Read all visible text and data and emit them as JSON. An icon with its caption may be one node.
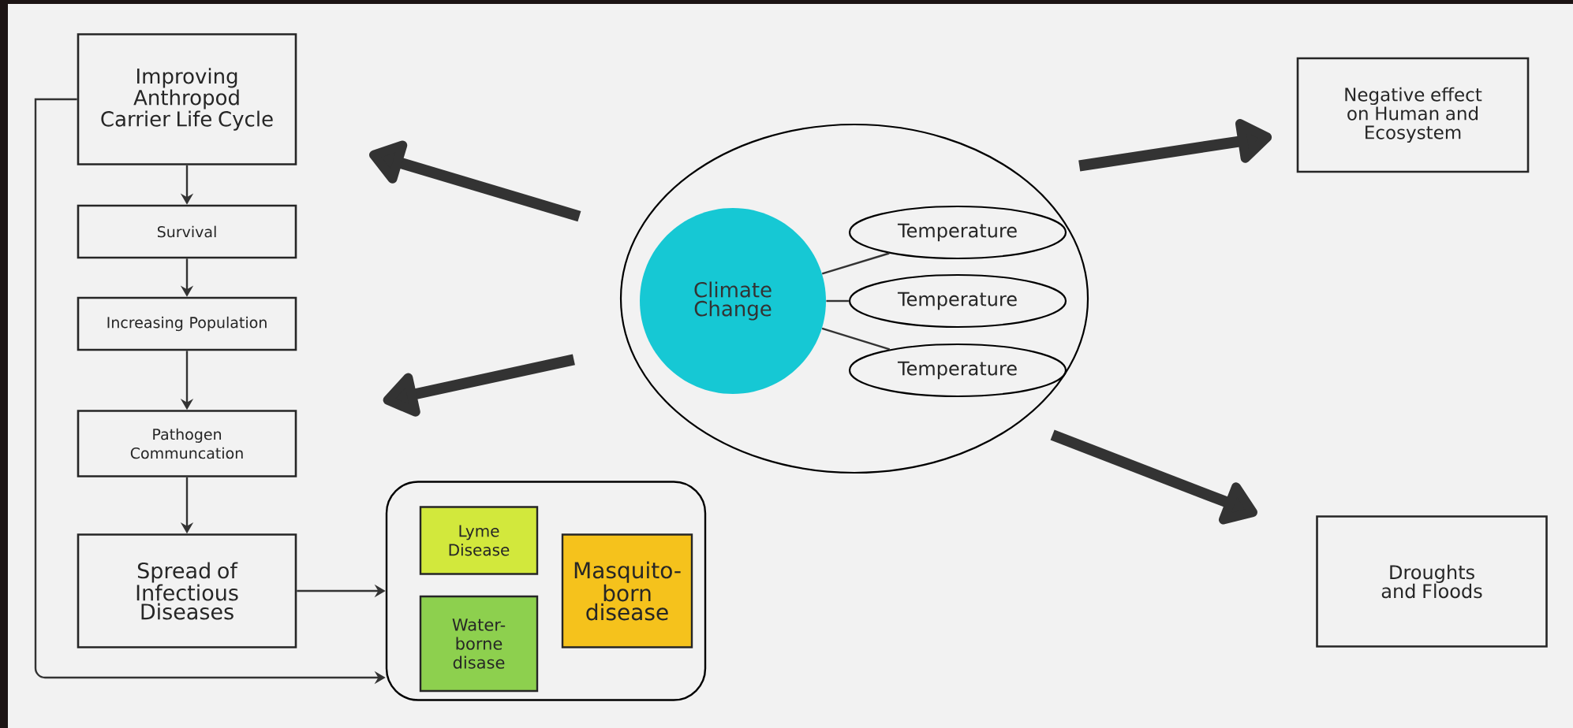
{
  "diagram": {
    "nodes": [
      {
        "text": [
          "Improving Anthropod Carrier Life Cycle"
        ]
      },
      {
        "text": [
          "Survival"
        ]
      },
      {
        "text": [
          "Increasing Population"
        ]
      },
      {
        "text": [
          "Pathogen Communcation"
        ]
      },
      {
        "text": [
          "Spread of Infectious Diseases"
        ]
      },
      {
        "text": [],
        "shape": "box"
      },
      {
        "text": [
          "Lyme Disease"
        ],
        "in": 5
      },
      {
        "text": [
          "Water-borne disase"
        ],
        "in": 5
      },
      {
        "text": [
          "Masquito-born disease"
        ],
        "in": 5
      },
      {
        "text": [],
        "shape": "circle"
      },
      {
        "text": [
          "Climate Change"
        ],
        "in": 9
      },
      {
        "text": [
          "Temperature"
        ],
        "in": 9
      },
      {
        "text": [
          "Temperature"
        ],
        "in": 9
      },
      {
        "text": [
          "Temperature"
        ],
        "in": 9
      },
      {
        "text": [
          "Negative effect on Human and Ecosystem"
        ]
      },
      {
        "text": [
          "Droughts and Floods"
        ]
      }
    ],
    "edges": [
      {
        "from": 0,
        "to": 1,
        "arrow": "to"
      },
      {
        "from": 1,
        "to": 2,
        "arrow": "to"
      },
      {
        "from": 2,
        "to": 3,
        "arrow": "to"
      },
      {
        "from": 3,
        "to": 4,
        "arrow": "to"
      },
      {
        "from": 4,
        "to": 5,
        "arrow": "to"
      },
      {
        "from": 0,
        "to": 5,
        "arrow": "to"
      },
      {
        "from": 10,
        "to": 11,
        "arrow": "none"
      },
      {
        "from": 10,
        "to": 12,
        "arrow": "none"
      },
      {
        "from": 10,
        "to": 13,
        "arrow": "none"
      },
      {
        "from": 9,
        "to": 0,
        "arrow": "to",
        "style": "thick"
      },
      {
        "from": 9,
        "to": 3,
        "arrow": "to",
        "style": "thick"
      },
      {
        "from": 9,
        "to": 14,
        "arrow": "to",
        "style": "thick"
      },
      {
        "from": 9,
        "to": 15,
        "arrow": "to",
        "style": "thick"
      }
    ]
  }
}
